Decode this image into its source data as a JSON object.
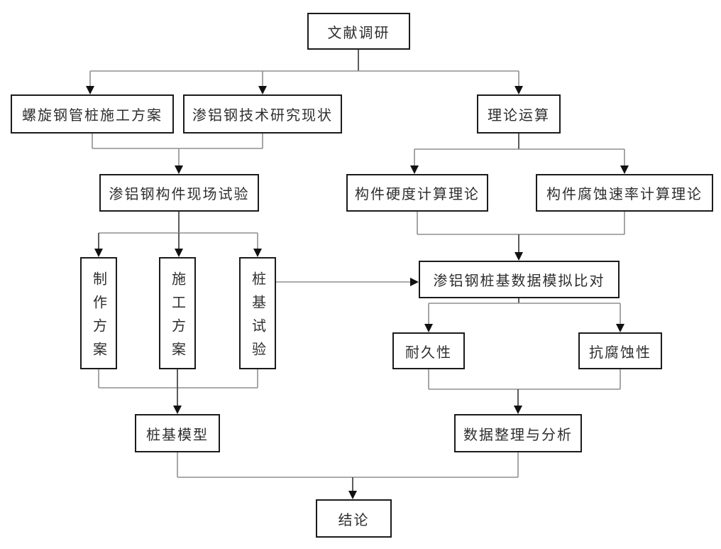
{
  "diagram": {
    "type": "flowchart",
    "language": "zh",
    "nodes": {
      "literature": "文献调研",
      "spiral_plan": "螺旋钢管桩施工方案",
      "aluminized_status": "渗铝钢技术研究现状",
      "theory": "理论运算",
      "field_test": "渗铝钢构件现场试验",
      "hardness": "构件硬度计算理论",
      "corrosion_rate": "构件腐蚀速率计算理论",
      "production_plan": "制作方案",
      "construction_plan": "施工方案",
      "pile_test": "桩基试验",
      "simulation": "渗铝钢桩基数据模拟比对",
      "durability": "耐久性",
      "anti_corrosion": "抗腐蚀性",
      "pile_model": "桩基模型",
      "data_analysis": "数据整理与分析",
      "conclusion": "结论"
    },
    "edges": [
      {
        "from": [
          "literature"
        ],
        "to": [
          "spiral_plan",
          "aluminized_status",
          "theory"
        ]
      },
      {
        "from": [
          "spiral_plan",
          "aluminized_status"
        ],
        "to": [
          "field_test"
        ]
      },
      {
        "from": [
          "theory"
        ],
        "to": [
          "hardness",
          "corrosion_rate"
        ]
      },
      {
        "from": [
          "hardness",
          "corrosion_rate"
        ],
        "to": [
          "simulation"
        ]
      },
      {
        "from": [
          "field_test"
        ],
        "to": [
          "production_plan",
          "construction_plan",
          "pile_test"
        ]
      },
      {
        "from": [
          "pile_test"
        ],
        "to": [
          "simulation"
        ]
      },
      {
        "from": [
          "production_plan",
          "construction_plan",
          "pile_test"
        ],
        "to": [
          "pile_model"
        ]
      },
      {
        "from": [
          "simulation"
        ],
        "to": [
          "durability",
          "anti_corrosion"
        ]
      },
      {
        "from": [
          "durability",
          "anti_corrosion"
        ],
        "to": [
          "data_analysis"
        ]
      },
      {
        "from": [
          "pile_model",
          "data_analysis"
        ],
        "to": [
          "conclusion"
        ]
      }
    ],
    "colors": {
      "box_border": "#1b1b1b",
      "box_fill": "#ffffff",
      "line_gray": "#8f8f8f",
      "line_dark": "#4a4a4a",
      "arrow": "#111111",
      "text": "#2e2e2e"
    }
  }
}
